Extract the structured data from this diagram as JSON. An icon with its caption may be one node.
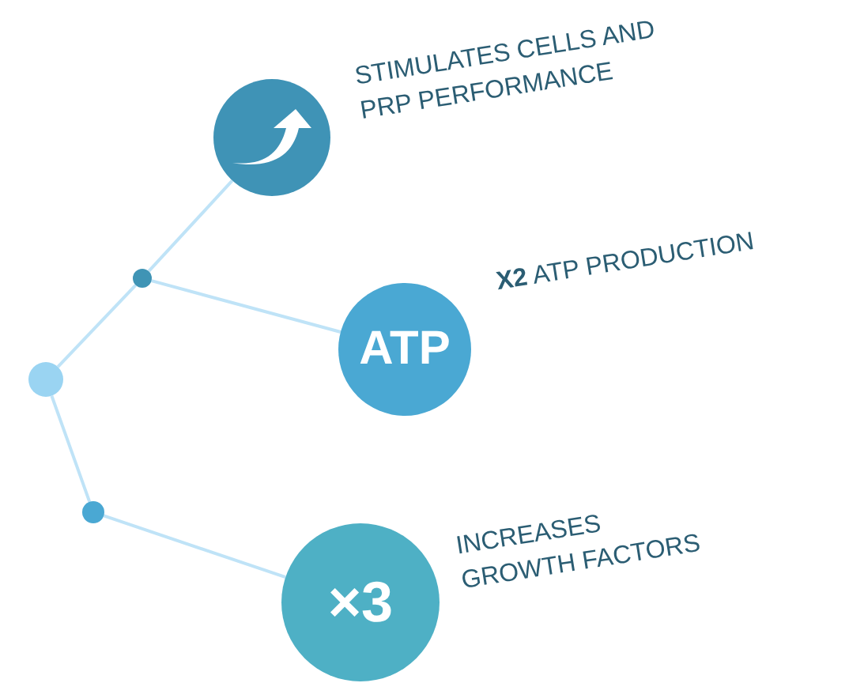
{
  "diagram": {
    "nodes": [
      {
        "text": [],
        "shape": "circle"
      },
      {
        "text": [],
        "shape": "circle"
      },
      {
        "text": [],
        "shape": "circle",
        "beside": [
          "STIMULATES CELLS AND PRP PERFORMANCE"
        ]
      },
      {
        "text": [
          "ATP"
        ],
        "beside": [
          "**X2** ATP PRODUCTION"
        ]
      },
      {
        "text": [],
        "shape": "circle"
      },
      {
        "text": [
          "×3"
        ],
        "beside": [
          "INCREASES GROWTH FACTORS"
        ]
      }
    ],
    "edges": [
      {
        "from": 0,
        "to": 1,
        "arrow": "none"
      },
      {
        "from": 1,
        "to": 2,
        "arrow": "none"
      },
      {
        "from": 1,
        "to": 3,
        "arrow": "none"
      },
      {
        "from": 0,
        "to": 4,
        "arrow": "none"
      },
      {
        "from": 4,
        "to": 5,
        "arrow": "none"
      }
    ]
  }
}
